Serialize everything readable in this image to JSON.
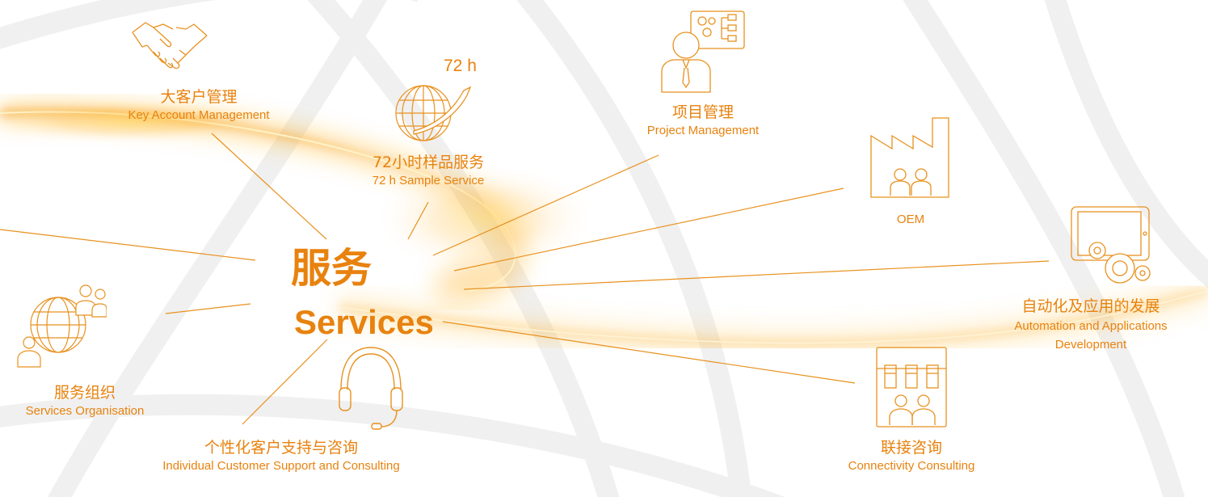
{
  "center": {
    "title_zh": "服务",
    "title_en": "Services"
  },
  "tag_72h": "72 h",
  "nodes": {
    "key_account": {
      "zh": "大客户管理",
      "en": "Key Account Management",
      "icon": "handshake-icon"
    },
    "sample": {
      "zh": "72小时样品服务",
      "en": "72 h Sample Service",
      "icon": "globe-arrow-icon"
    },
    "project": {
      "zh": "项目管理",
      "en": "Project Management",
      "icon": "project-manager-icon"
    },
    "oem": {
      "en": "OEM",
      "icon": "factory-icon"
    },
    "automation": {
      "zh": "自动化及应用的发展",
      "en_line1": "Automation and Applications",
      "en_line2": "Development",
      "icon": "tablet-gears-icon"
    },
    "connectivity": {
      "zh": "联接咨询",
      "en": "Connectivity Consulting",
      "icon": "connector-team-icon"
    },
    "support": {
      "zh": "个性化客户支持与咨询",
      "en": "Individual Customer Support and Consulting",
      "icon": "headset-icon"
    },
    "organisation": {
      "zh": "服务组织",
      "en": "Services Organisation",
      "icon": "globe-people-icon"
    }
  },
  "colors": {
    "accent": "#e8820e",
    "line": "#e8911f",
    "background_arcs": "#f2f2f2"
  }
}
